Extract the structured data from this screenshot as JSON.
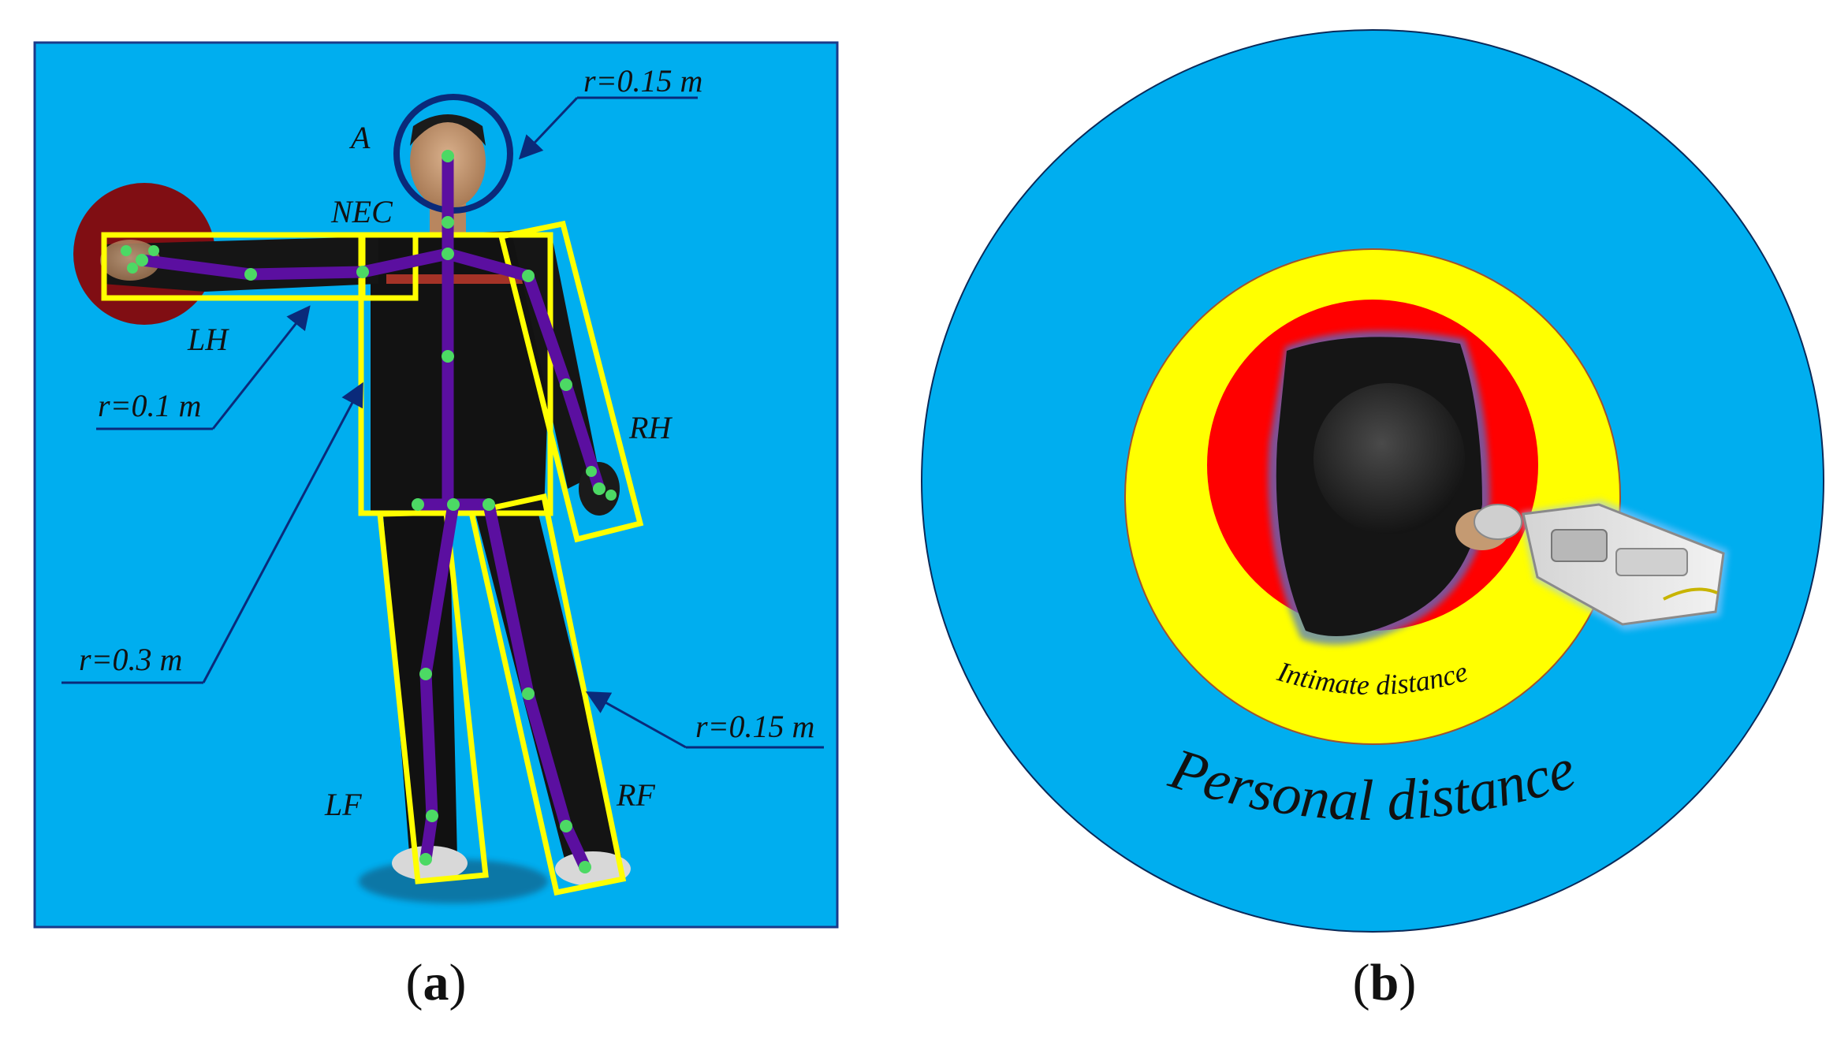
{
  "panel_a": {
    "caption_open": "(",
    "caption_letter": "a",
    "caption_close": ")",
    "region_labels": {
      "head": "A",
      "neck_torso": "NEC",
      "left_hand": "LH",
      "right_hand": "RH",
      "left_foot": "LF",
      "right_foot": "RF"
    },
    "radius_labels": {
      "head": "r=0.15 m",
      "hand": "r=0.1 m",
      "torso": "r=0.3 m",
      "leg": "r=0.15 m"
    }
  },
  "panel_b": {
    "caption_open": "(",
    "caption_letter": "b",
    "caption_close": ")",
    "zones": {
      "intimate": "Intimate distance",
      "personal": "Personal distance"
    }
  },
  "colors": {
    "background_blue": "#00AEEF",
    "box_yellow": "#FFFF00",
    "zone_red": "#FF0000",
    "hand_dark_red": "#8B0000",
    "skeleton_purple": "#5B0FA0",
    "joint_green": "#4CD964",
    "head_circle_navy": "#0A2A7A"
  }
}
